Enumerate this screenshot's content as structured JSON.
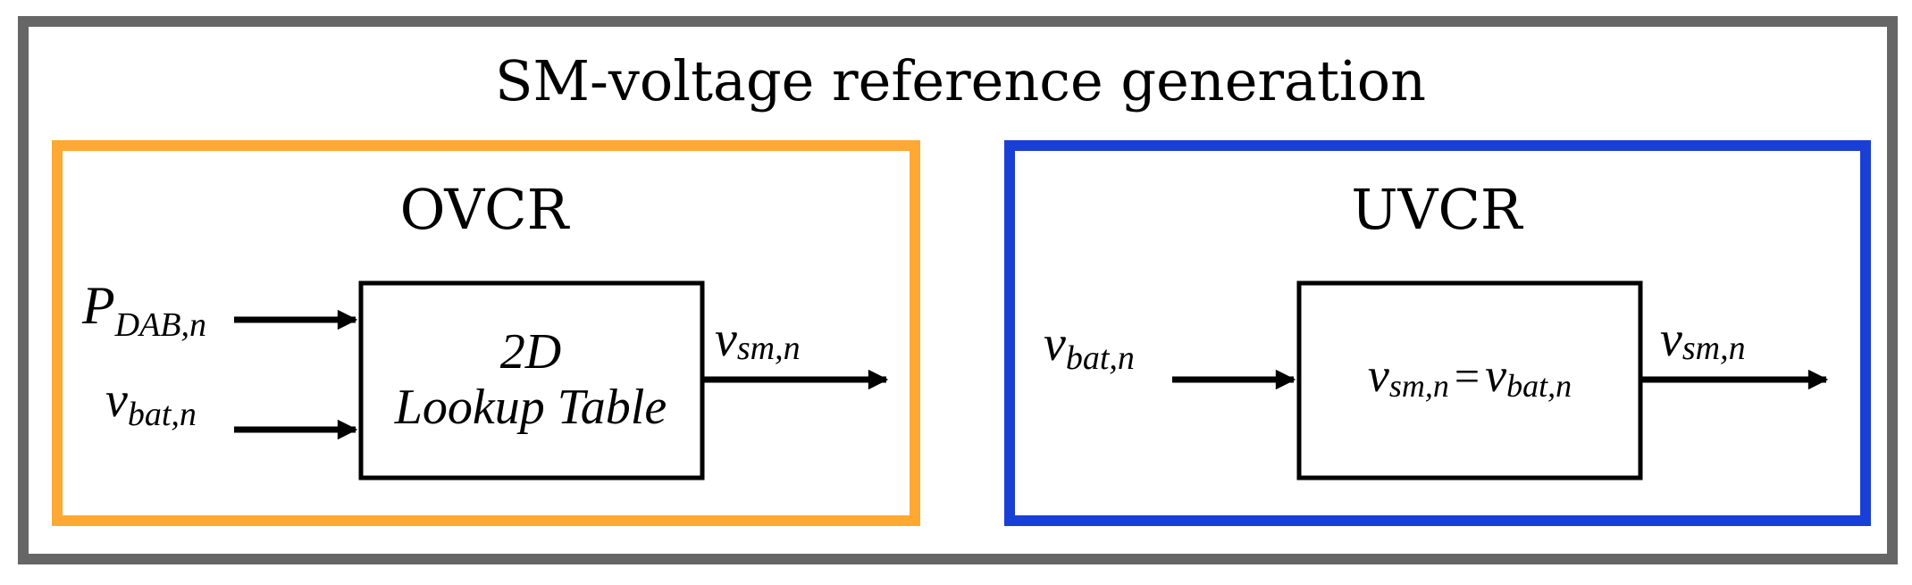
{
  "title": "SM-voltage reference generation",
  "colors": {
    "outer_border": "#666666",
    "ovcr_border": "#FFA833",
    "uvcr_border": "#1A3FD6",
    "lines": "#000000"
  },
  "ovcr": {
    "label": "OVCR",
    "input1": {
      "main": "P",
      "sub": "DAB,n"
    },
    "input2": {
      "main": "v",
      "sub": "bat,n"
    },
    "block_line1": "2D",
    "block_line2": "Lookup Table",
    "output": {
      "main": "v",
      "sub": "sm,n"
    }
  },
  "uvcr": {
    "label": "UVCR",
    "input": {
      "main": "v",
      "sub": "bat,n"
    },
    "block_lhs": {
      "main": "v",
      "sub": "sm,n"
    },
    "block_eq": "=",
    "block_rhs": {
      "main": "v",
      "sub": "bat,n"
    },
    "output": {
      "main": "v",
      "sub": "sm,n"
    }
  }
}
